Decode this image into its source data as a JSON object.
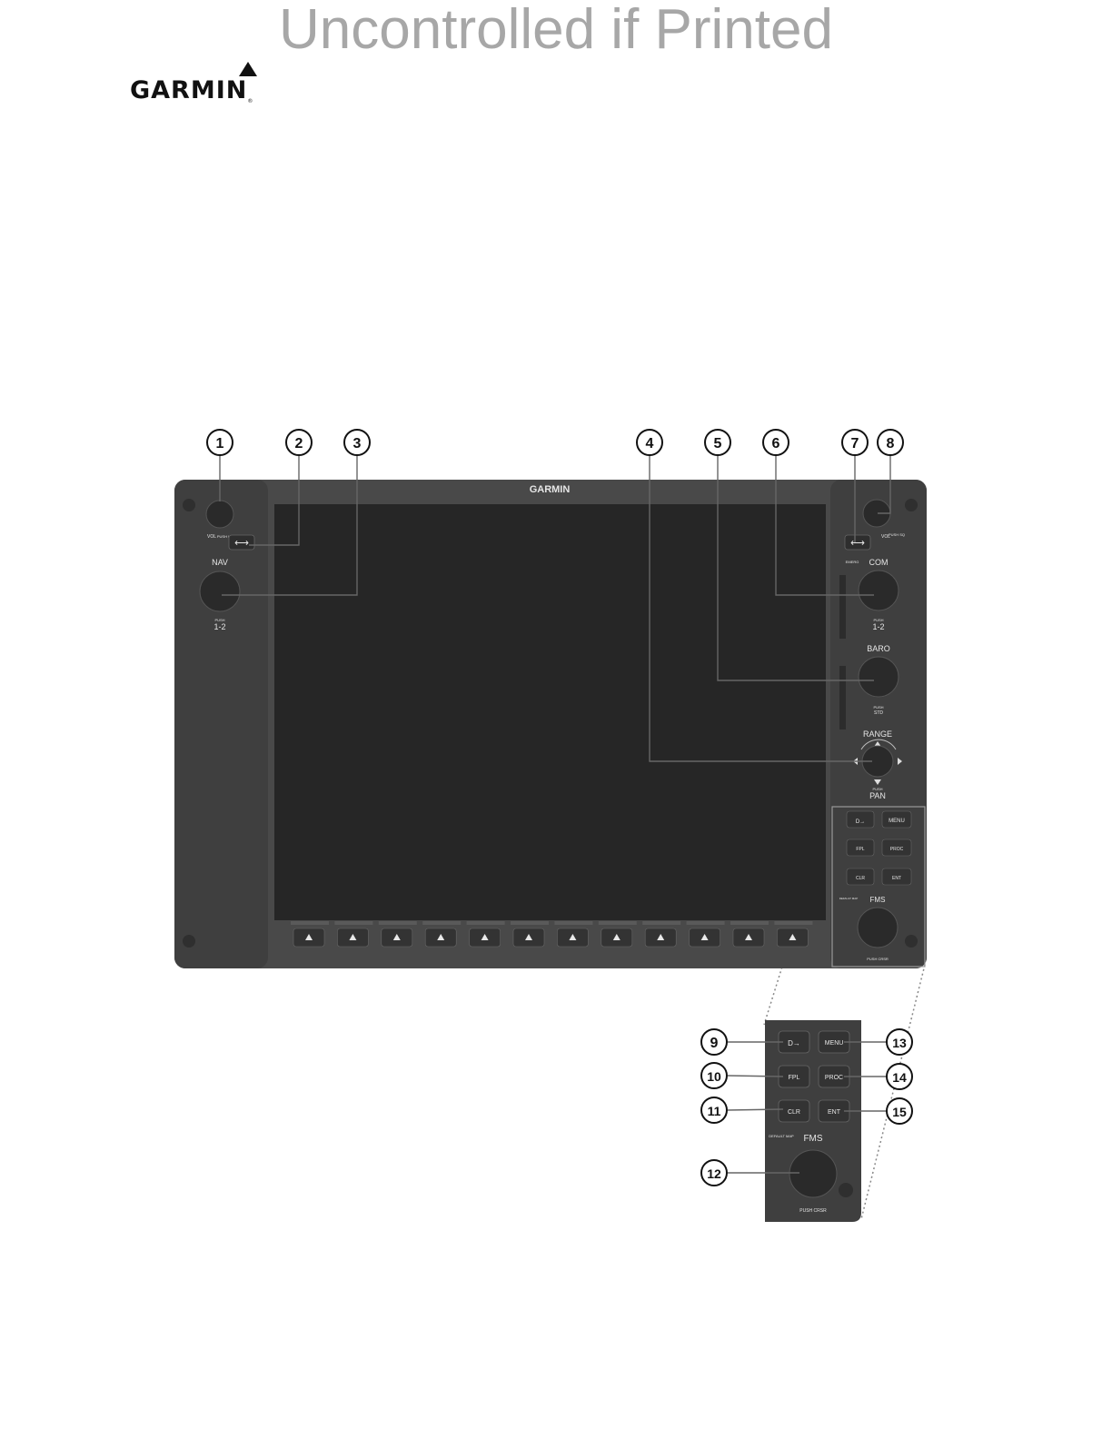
{
  "watermark": "Uncontrolled if Printed",
  "brand": {
    "logo_text": "GARMIN",
    "bezel_text": "GARMIN"
  },
  "callouts": [
    "1",
    "2",
    "3",
    "4",
    "5",
    "6",
    "7",
    "8",
    "9",
    "10",
    "11",
    "12",
    "13",
    "14",
    "15"
  ],
  "knobs": {
    "vol_left": {
      "label": "VOL",
      "push": "PUSH ID"
    },
    "nav": {
      "label": "NAV",
      "push": "PUSH",
      "sub": "1-2"
    },
    "vol_right": {
      "label": "VOL",
      "push": "PUSH SQ"
    },
    "com": {
      "label": "COM",
      "push": "PUSH",
      "sub": "1-2"
    },
    "baro": {
      "label": "BARO",
      "push": "PUSH",
      "sub": "STD"
    },
    "range": {
      "label": "RANGE",
      "push": "PUSH",
      "sub": "PAN"
    },
    "fms": {
      "label": "FMS",
      "push": "PUSH CRSR"
    }
  },
  "swap_label": "EMERG",
  "keys": {
    "direct": "D→",
    "menu": "MENU",
    "fpl": "FPL",
    "proc": "PROC",
    "clr": "CLR",
    "ent": "ENT",
    "default_map": "DEFAULT MAP"
  },
  "softkey_count": 12,
  "colors": {
    "bezel": "#4a4a4a",
    "screen": "#262626",
    "key": "#333333",
    "callout_line": "#666666"
  }
}
